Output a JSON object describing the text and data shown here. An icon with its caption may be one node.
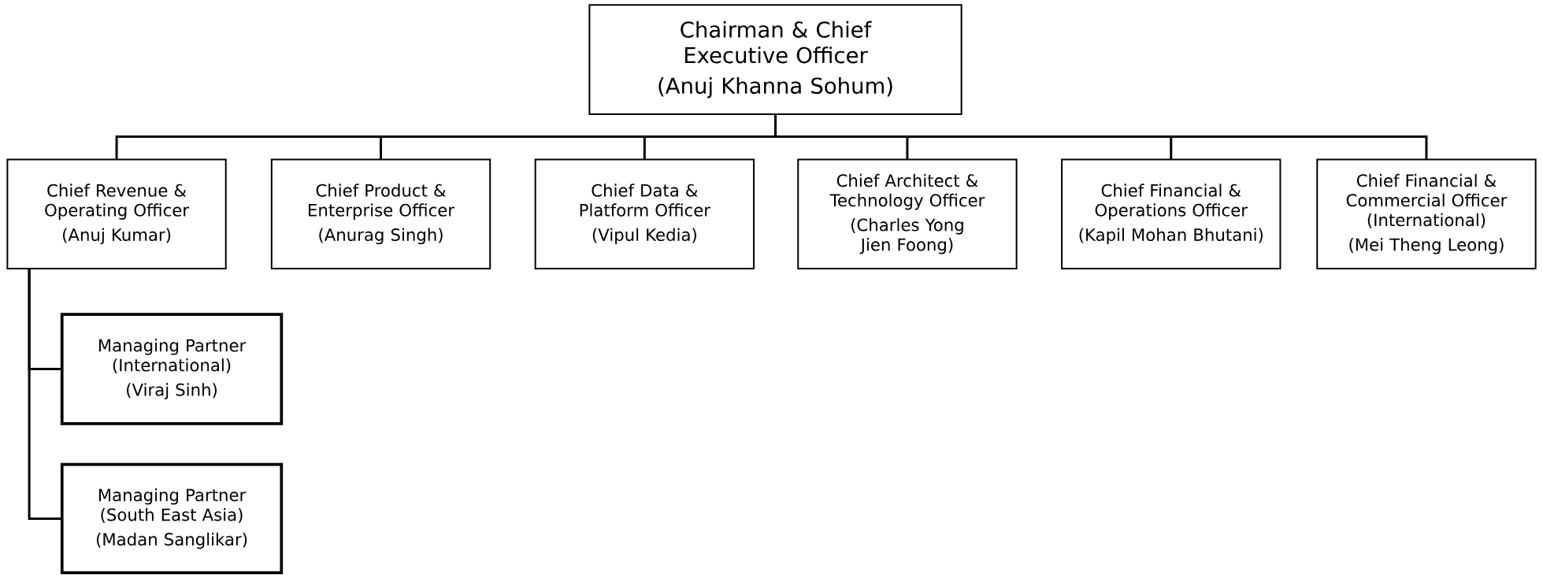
{
  "diagram": {
    "nodes": [
      {
        "text": [
          "Chairman & Chief Executive Officer",
          "(Anuj Khanna Sohum)"
        ]
      },
      {
        "text": [
          "Chief Revenue & Operating Officer",
          "(Anuj Kumar)"
        ]
      },
      {
        "text": [
          "Chief Product & Enterprise Officer",
          "(Anurag Singh)"
        ]
      },
      {
        "text": [
          "Chief Data & Platform Officer",
          "(Vipul Kedia)"
        ]
      },
      {
        "text": [
          "Chief Architect & Technology Officer",
          "(Charles Yong Jien Foong)"
        ]
      },
      {
        "text": [
          "Chief Financial & Operations Officer",
          "(Kapil Mohan Bhutani)"
        ]
      },
      {
        "text": [
          "Chief Financial & Commercial Officer (International)",
          "(Mei Theng Leong)"
        ]
      },
      {
        "text": [
          "Managing Partner (International)",
          "(Viraj Sinh)"
        ]
      },
      {
        "text": [
          "Managing Partner (South East Asia)",
          "(Madan Sanglikar)"
        ]
      }
    ],
    "edges": [
      {
        "from": 0,
        "to": 1,
        "arrow": "none"
      },
      {
        "from": 0,
        "to": 2,
        "arrow": "none"
      },
      {
        "from": 0,
        "to": 3,
        "arrow": "none"
      },
      {
        "from": 0,
        "to": 4,
        "arrow": "none"
      },
      {
        "from": 0,
        "to": 5,
        "arrow": "none"
      },
      {
        "from": 0,
        "to": 6,
        "arrow": "none"
      },
      {
        "from": 1,
        "to": 7,
        "arrow": "none"
      },
      {
        "from": 1,
        "to": 8,
        "arrow": "none"
      }
    ]
  }
}
